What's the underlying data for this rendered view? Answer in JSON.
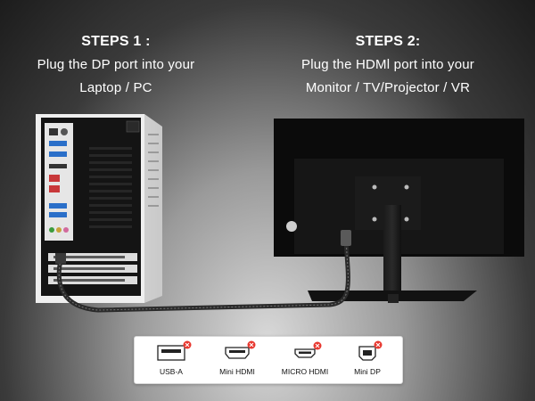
{
  "step1": {
    "title": "STEPS 1 :",
    "line1": "Plug the DP port into your",
    "line2": "Laptop / PC"
  },
  "step2": {
    "title": "STEPS 2:",
    "line1": "Plug the HDMl port into your",
    "line2": "Monitor / TV/Projector / VR"
  },
  "ports": [
    {
      "label": "USB-A",
      "icon": "usb-a-port-icon",
      "supported": false
    },
    {
      "label": "Mini HDMI",
      "icon": "mini-hdmi-port-icon",
      "supported": false
    },
    {
      "label": "MICRO HDMI",
      "icon": "micro-hdmi-port-icon",
      "supported": false
    },
    {
      "label": "Mini DP",
      "icon": "mini-dp-port-icon",
      "supported": false
    }
  ],
  "colors": {
    "text": "#ffffff",
    "reject_badge": "#e8382f",
    "pc_case": "#e9e9e9",
    "monitor": "#0d0d0d",
    "cable": "#2a2a2a"
  }
}
